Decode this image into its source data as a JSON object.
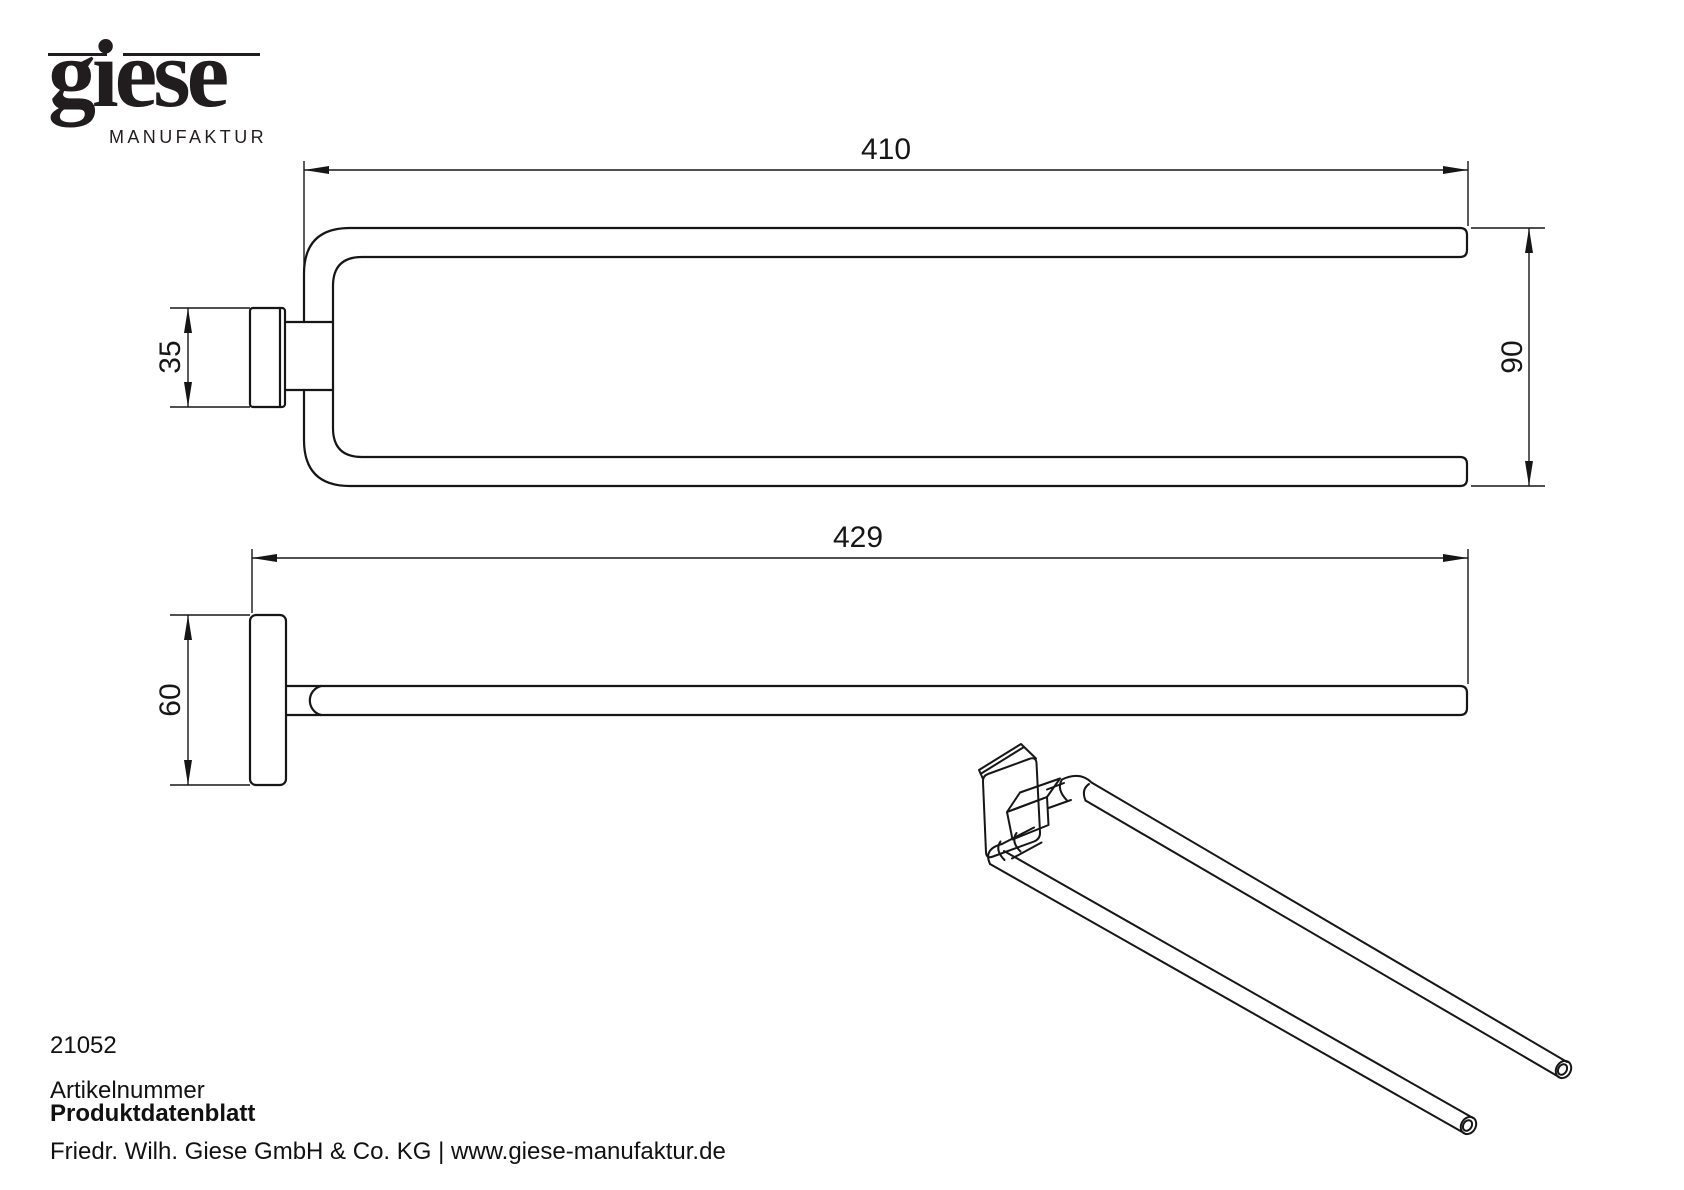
{
  "page": {
    "background": "#ffffff",
    "ink": "#161616"
  },
  "logo": {
    "brand": "giese",
    "subtitle": "MANUFAKTUR"
  },
  "drawing": {
    "product": "double towel bar, swivelling",
    "top_view": {
      "length_mm": "410",
      "depth_mm": "90",
      "plate_width_mm": "35"
    },
    "side_view": {
      "length_mm": "429",
      "plate_height_mm": "60"
    }
  },
  "footer": {
    "article_number": "21052",
    "article_number_label": "Artikelnummer",
    "document_title": "Produktdatenblatt",
    "company_line": "Friedr. Wilh. Giese GmbH & Co. KG | www.giese-manufaktur.de"
  }
}
